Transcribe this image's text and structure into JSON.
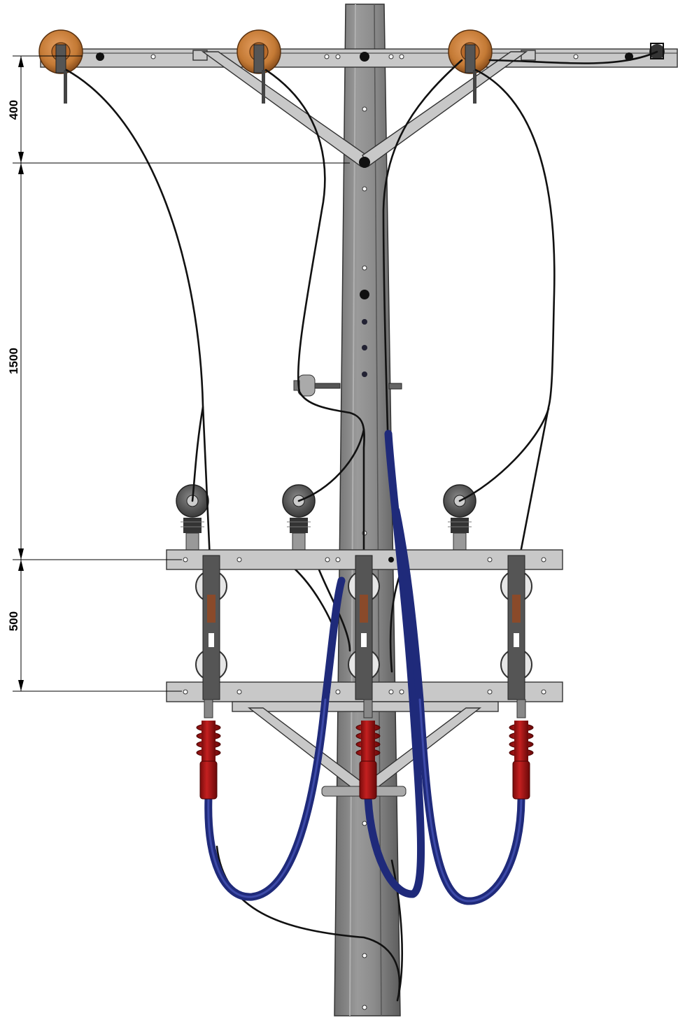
{
  "dimensions": [
    {
      "label": "400"
    },
    {
      "label": "1500"
    },
    {
      "label": "500"
    }
  ],
  "colors": {
    "pole": "#8a8a8a",
    "steel": "#c8c8c8",
    "insulator_porcelain": "#c47a35",
    "surge_arrester": "#b01818",
    "cable": "#1f2a7a"
  }
}
